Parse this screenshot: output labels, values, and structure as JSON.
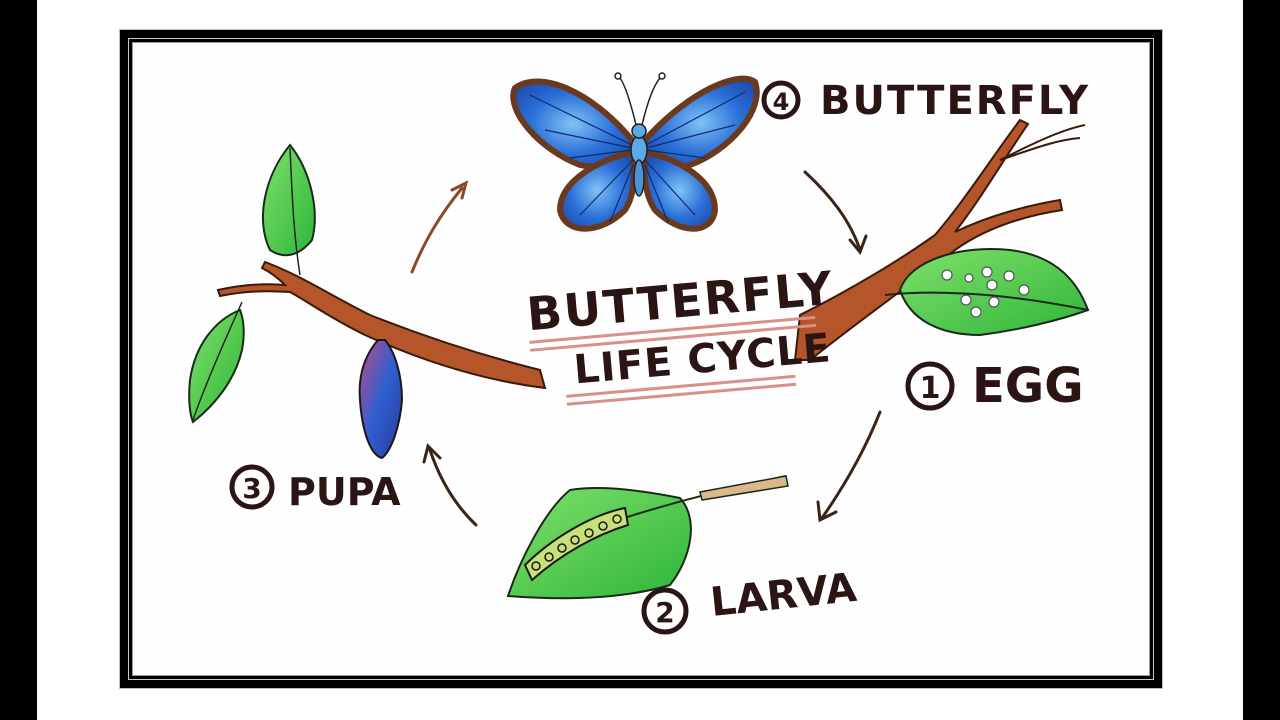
{
  "title": {
    "line1": "BUTTERFLY",
    "line2": "LIFE CYCLE"
  },
  "stages": [
    {
      "number": "1",
      "label": "EGG",
      "image": "leaf-with-eggs"
    },
    {
      "number": "2",
      "label": "LARVA",
      "image": "caterpillar-on-leaf"
    },
    {
      "number": "3",
      "label": "PUPA",
      "image": "chrysalis-on-branch"
    },
    {
      "number": "4",
      "label": "BUTTERFLY",
      "image": "blue-butterfly"
    }
  ],
  "cycle_direction": "clockwise: egg → larva → pupa → butterfly → egg",
  "colors": {
    "leaf_green": "#3fc43a",
    "branch_brown": "#b5552a",
    "butterfly_blue": "#2b6fd8",
    "wing_border_brown": "#6b3a1e",
    "ink": "#2a1414",
    "title_accent_red": "#e8453a",
    "underline_pink": "#d99088"
  }
}
